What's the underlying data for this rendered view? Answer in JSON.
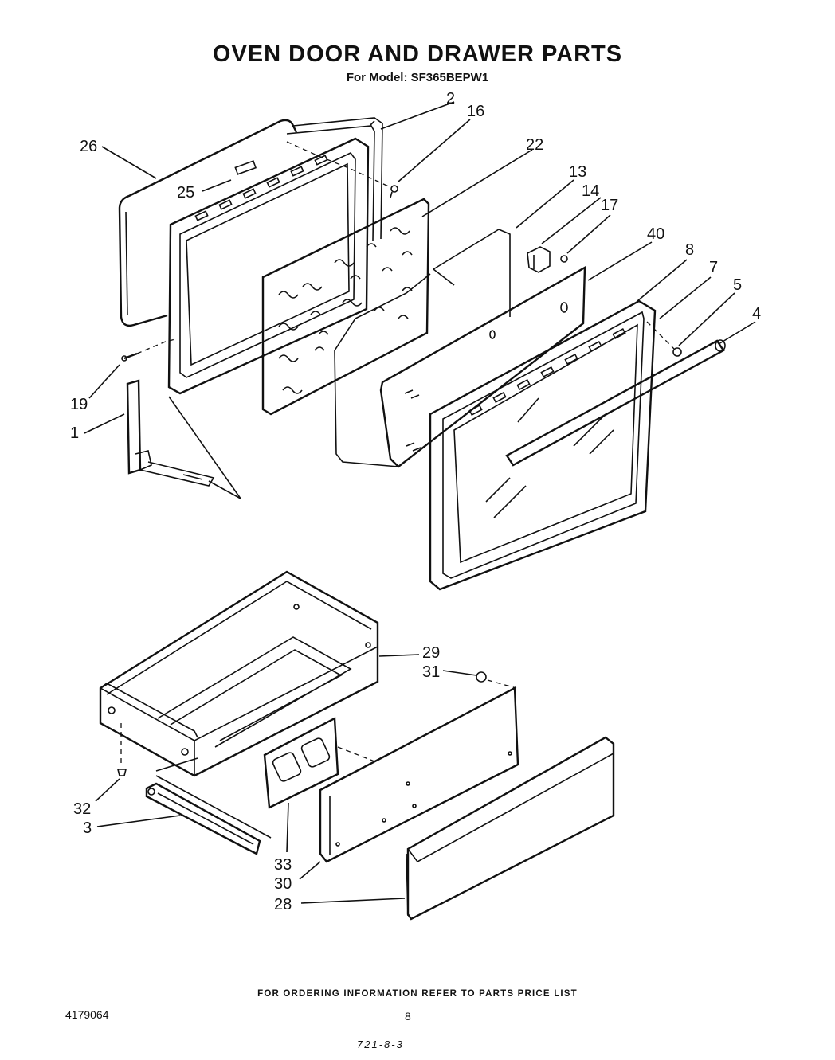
{
  "header": {
    "title": "OVEN DOOR AND  DRAWER PARTS",
    "subtitle": "For Model: SF365BEPW1"
  },
  "callouts": [
    {
      "id": "2",
      "label": "2"
    },
    {
      "id": "16",
      "label": "16"
    },
    {
      "id": "26",
      "label": "26"
    },
    {
      "id": "22",
      "label": "22"
    },
    {
      "id": "25",
      "label": "25"
    },
    {
      "id": "13",
      "label": "13"
    },
    {
      "id": "14",
      "label": "14"
    },
    {
      "id": "17",
      "label": "17"
    },
    {
      "id": "40",
      "label": "40"
    },
    {
      "id": "8",
      "label": "8"
    },
    {
      "id": "7",
      "label": "7"
    },
    {
      "id": "5",
      "label": "5"
    },
    {
      "id": "4",
      "label": "4"
    },
    {
      "id": "19",
      "label": "19"
    },
    {
      "id": "1",
      "label": "1"
    },
    {
      "id": "29",
      "label": "29"
    },
    {
      "id": "31",
      "label": "31"
    },
    {
      "id": "32",
      "label": "32"
    },
    {
      "id": "3",
      "label": "3"
    },
    {
      "id": "33",
      "label": "33"
    },
    {
      "id": "30",
      "label": "30"
    },
    {
      "id": "28",
      "label": "28"
    }
  ],
  "footer": {
    "ordering_note": "FOR ORDERING INFORMATION REFER TO PARTS PRICE LIST",
    "part_number": "4179064",
    "page_number": "8",
    "code": "721-8-3"
  }
}
